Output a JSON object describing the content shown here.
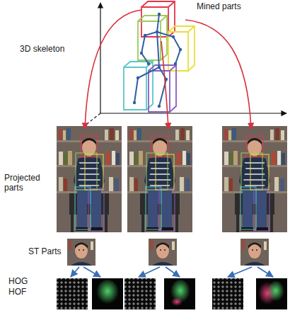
{
  "diagram": {
    "labels": [
      "3D skeleton",
      "Mined parts",
      "Projected parts",
      "ST Parts",
      "HOG",
      "HOF"
    ]
  }
}
